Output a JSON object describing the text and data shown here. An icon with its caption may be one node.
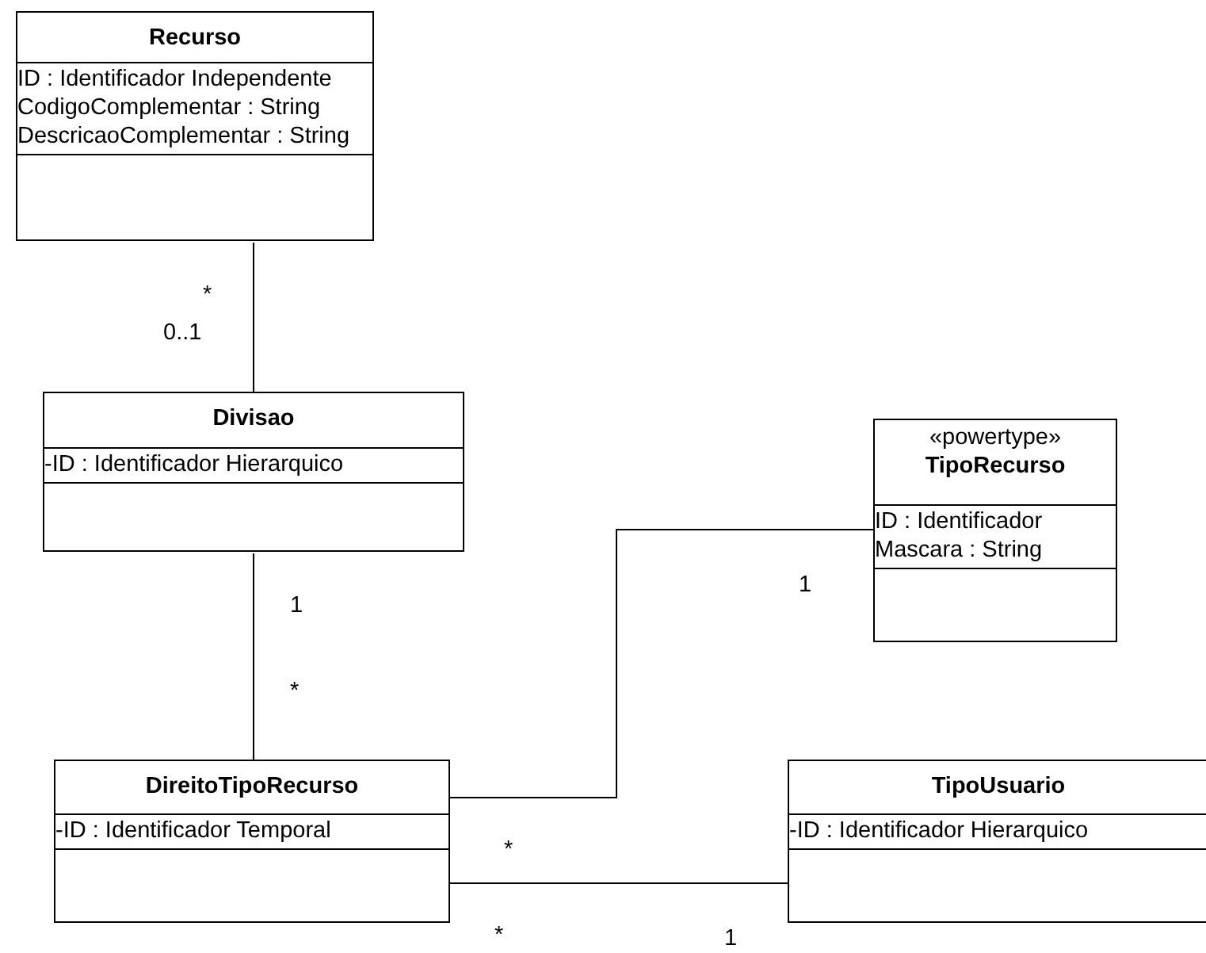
{
  "diagram": {
    "nodes": [
      {
        "text": [
          "Recurso",
          "ID : Identificador Independente",
          "CodigoComplementar : String",
          "DescricaoComplementar : String"
        ]
      },
      {
        "text": [
          "Divisao",
          "-ID : Identificador Hierarquico"
        ]
      },
      {
        "text": [
          "«powertype»",
          "TipoRecurso",
          "ID : Identificador",
          "Mascara : String"
        ]
      },
      {
        "text": [
          "DireitoTipoRecurso",
          "-ID : Identificador Temporal"
        ]
      },
      {
        "text": [
          "TipoUsuario",
          "-ID : Identificador Hierarquico"
        ]
      }
    ],
    "edges": [
      {
        "from": 0,
        "to": 1,
        "arrow": "none"
      },
      {
        "from": 1,
        "to": 3,
        "arrow": "none"
      },
      {
        "from": 2,
        "to": 3,
        "arrow": "none"
      },
      {
        "from": 3,
        "to": 4,
        "arrow": "none"
      }
    ],
    "labels": [
      "*",
      "0..1",
      "1",
      "*",
      "1",
      "*",
      "*",
      "1"
    ]
  }
}
